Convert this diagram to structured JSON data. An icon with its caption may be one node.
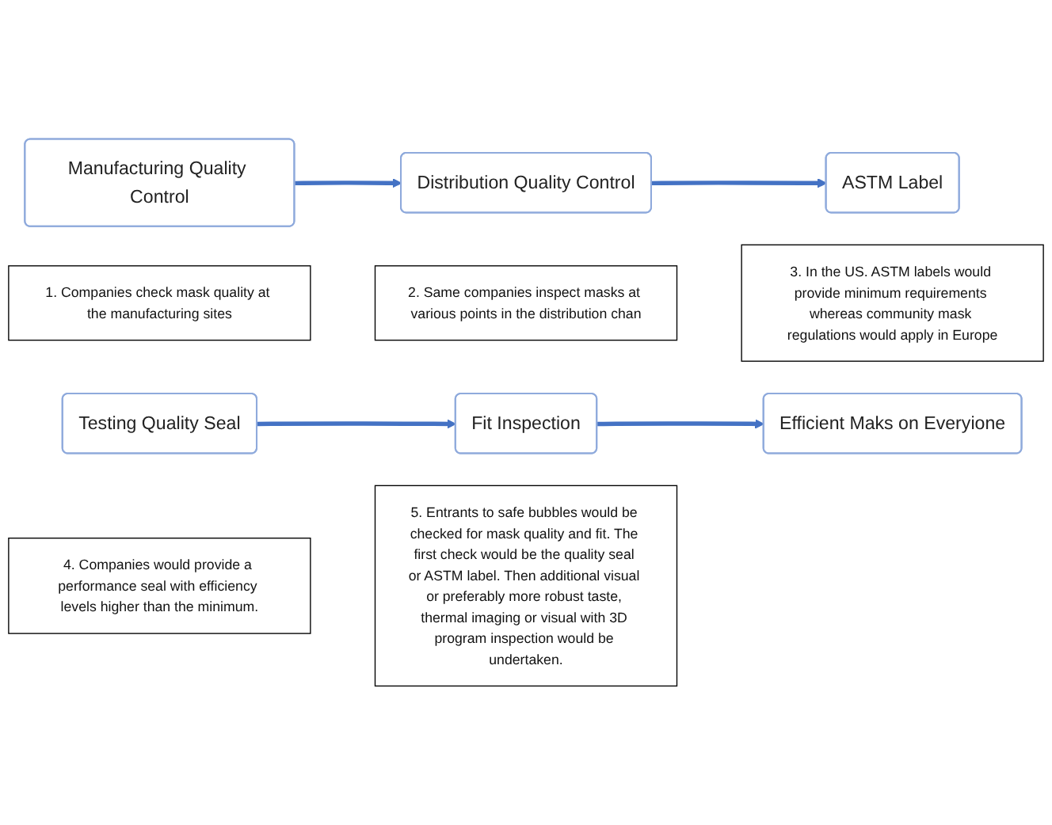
{
  "diagram": {
    "nodes": [
      {
        "text": [
          "Manufacturing Quality Control"
        ]
      },
      {
        "text": [
          "Distribution Quality Control"
        ]
      },
      {
        "text": [
          "ASTM Label"
        ]
      },
      {
        "text": [
          "Testing Quality Seal"
        ]
      },
      {
        "text": [
          "Fit Inspection"
        ]
      },
      {
        "text": [
          "Efficient Maks on Everyione"
        ]
      },
      {
        "text": [
          "1. Companies check mask quality at the manufacturing sites"
        ]
      },
      {
        "text": [
          "2. Same companies inspect masks at various points in the distribution chan"
        ]
      },
      {
        "text": [
          "3. In the US. ASTM labels would provide minimum requirements whereas community mask regulations would apply in Europe"
        ]
      },
      {
        "text": [
          "4. Companies would provide a performance seal with efficiency levels higher than the minimum."
        ]
      },
      {
        "text": [
          "5. Entrants to safe bubbles would be checked for mask quality and fit. The first check would be the quality seal or ASTM label. Then additional visual or preferably more robust taste, thermal imaging or visual with 3D program inspection would be undertaken."
        ]
      }
    ],
    "edges": [
      {
        "from": 0,
        "to": 1,
        "arrow": "to"
      },
      {
        "from": 1,
        "to": 2,
        "arrow": "to"
      },
      {
        "from": 3,
        "to": 4,
        "arrow": "to"
      },
      {
        "from": 4,
        "to": 5,
        "arrow": "to"
      }
    ]
  }
}
